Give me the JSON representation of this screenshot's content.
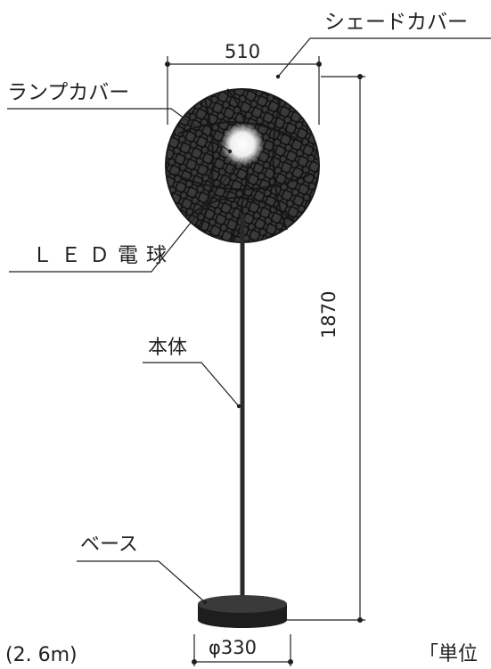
{
  "labels": {
    "shade_cover": "シェードカバー",
    "lamp_cover": "ランプカバー",
    "led_bulb": "ＬＥＤ電球",
    "body": "本体",
    "base": "ベース"
  },
  "dimensions": {
    "shade_width": "510",
    "overall_height": "1870",
    "base_diameter": "φ330"
  },
  "footnotes": {
    "cord_length": "(2.  6m)",
    "unit": "「単位"
  },
  "colors": {
    "line": "#231f20",
    "shade": "#2b2b2b",
    "bulb_glow": "#f4f4f4"
  }
}
